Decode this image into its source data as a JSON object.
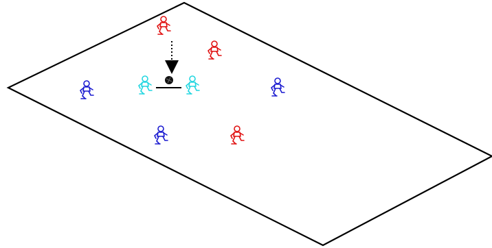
{
  "diagram": {
    "type": "sports-drill",
    "field": {
      "shape": "parallelogram",
      "stroke": "#000000"
    },
    "colors": {
      "red_team": "#e01010",
      "blue_team": "#1a1ad0",
      "cyan_players": "#22d6e0",
      "ball": "#111111",
      "lines": "#000000"
    },
    "players": [
      {
        "id": "red-1",
        "team": "red",
        "icon": "running-person-icon"
      },
      {
        "id": "red-2",
        "team": "red",
        "icon": "running-person-icon"
      },
      {
        "id": "red-3",
        "team": "red",
        "icon": "running-person-icon"
      },
      {
        "id": "blue-1",
        "team": "blue",
        "icon": "running-person-icon"
      },
      {
        "id": "blue-2",
        "team": "blue",
        "icon": "running-person-icon"
      },
      {
        "id": "blue-3",
        "team": "blue",
        "icon": "running-person-icon"
      },
      {
        "id": "cyan-1",
        "team": "cyan",
        "icon": "running-person-icon"
      },
      {
        "id": "cyan-2",
        "team": "cyan",
        "icon": "running-person-icon"
      }
    ],
    "ball": {
      "icon": "ball-icon"
    },
    "arrows": [
      {
        "style": "dotted",
        "from": "red-1",
        "to": "ball"
      }
    ],
    "connectors": [
      {
        "style": "solid",
        "from": "cyan-1",
        "to": "cyan-2"
      }
    ]
  }
}
